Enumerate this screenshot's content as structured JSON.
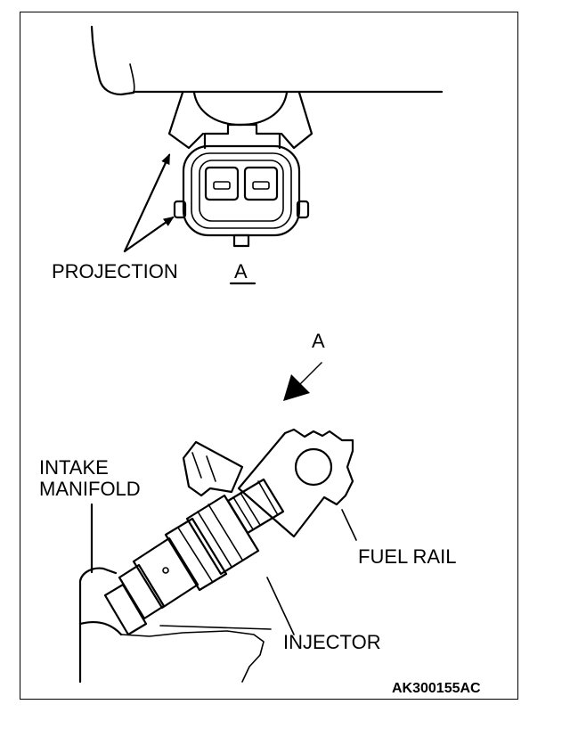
{
  "labels": {
    "projection": "PROJECTION",
    "view_a": "A",
    "arrow_a": "A",
    "intake_manifold_line1": "INTAKE",
    "intake_manifold_line2": "MANIFOLD",
    "fuel_rail": "FUEL RAIL",
    "injector": "INJECTOR",
    "figure_code": "AK300155AC"
  },
  "colors": {
    "line": "#000000",
    "background": "#ffffff"
  }
}
